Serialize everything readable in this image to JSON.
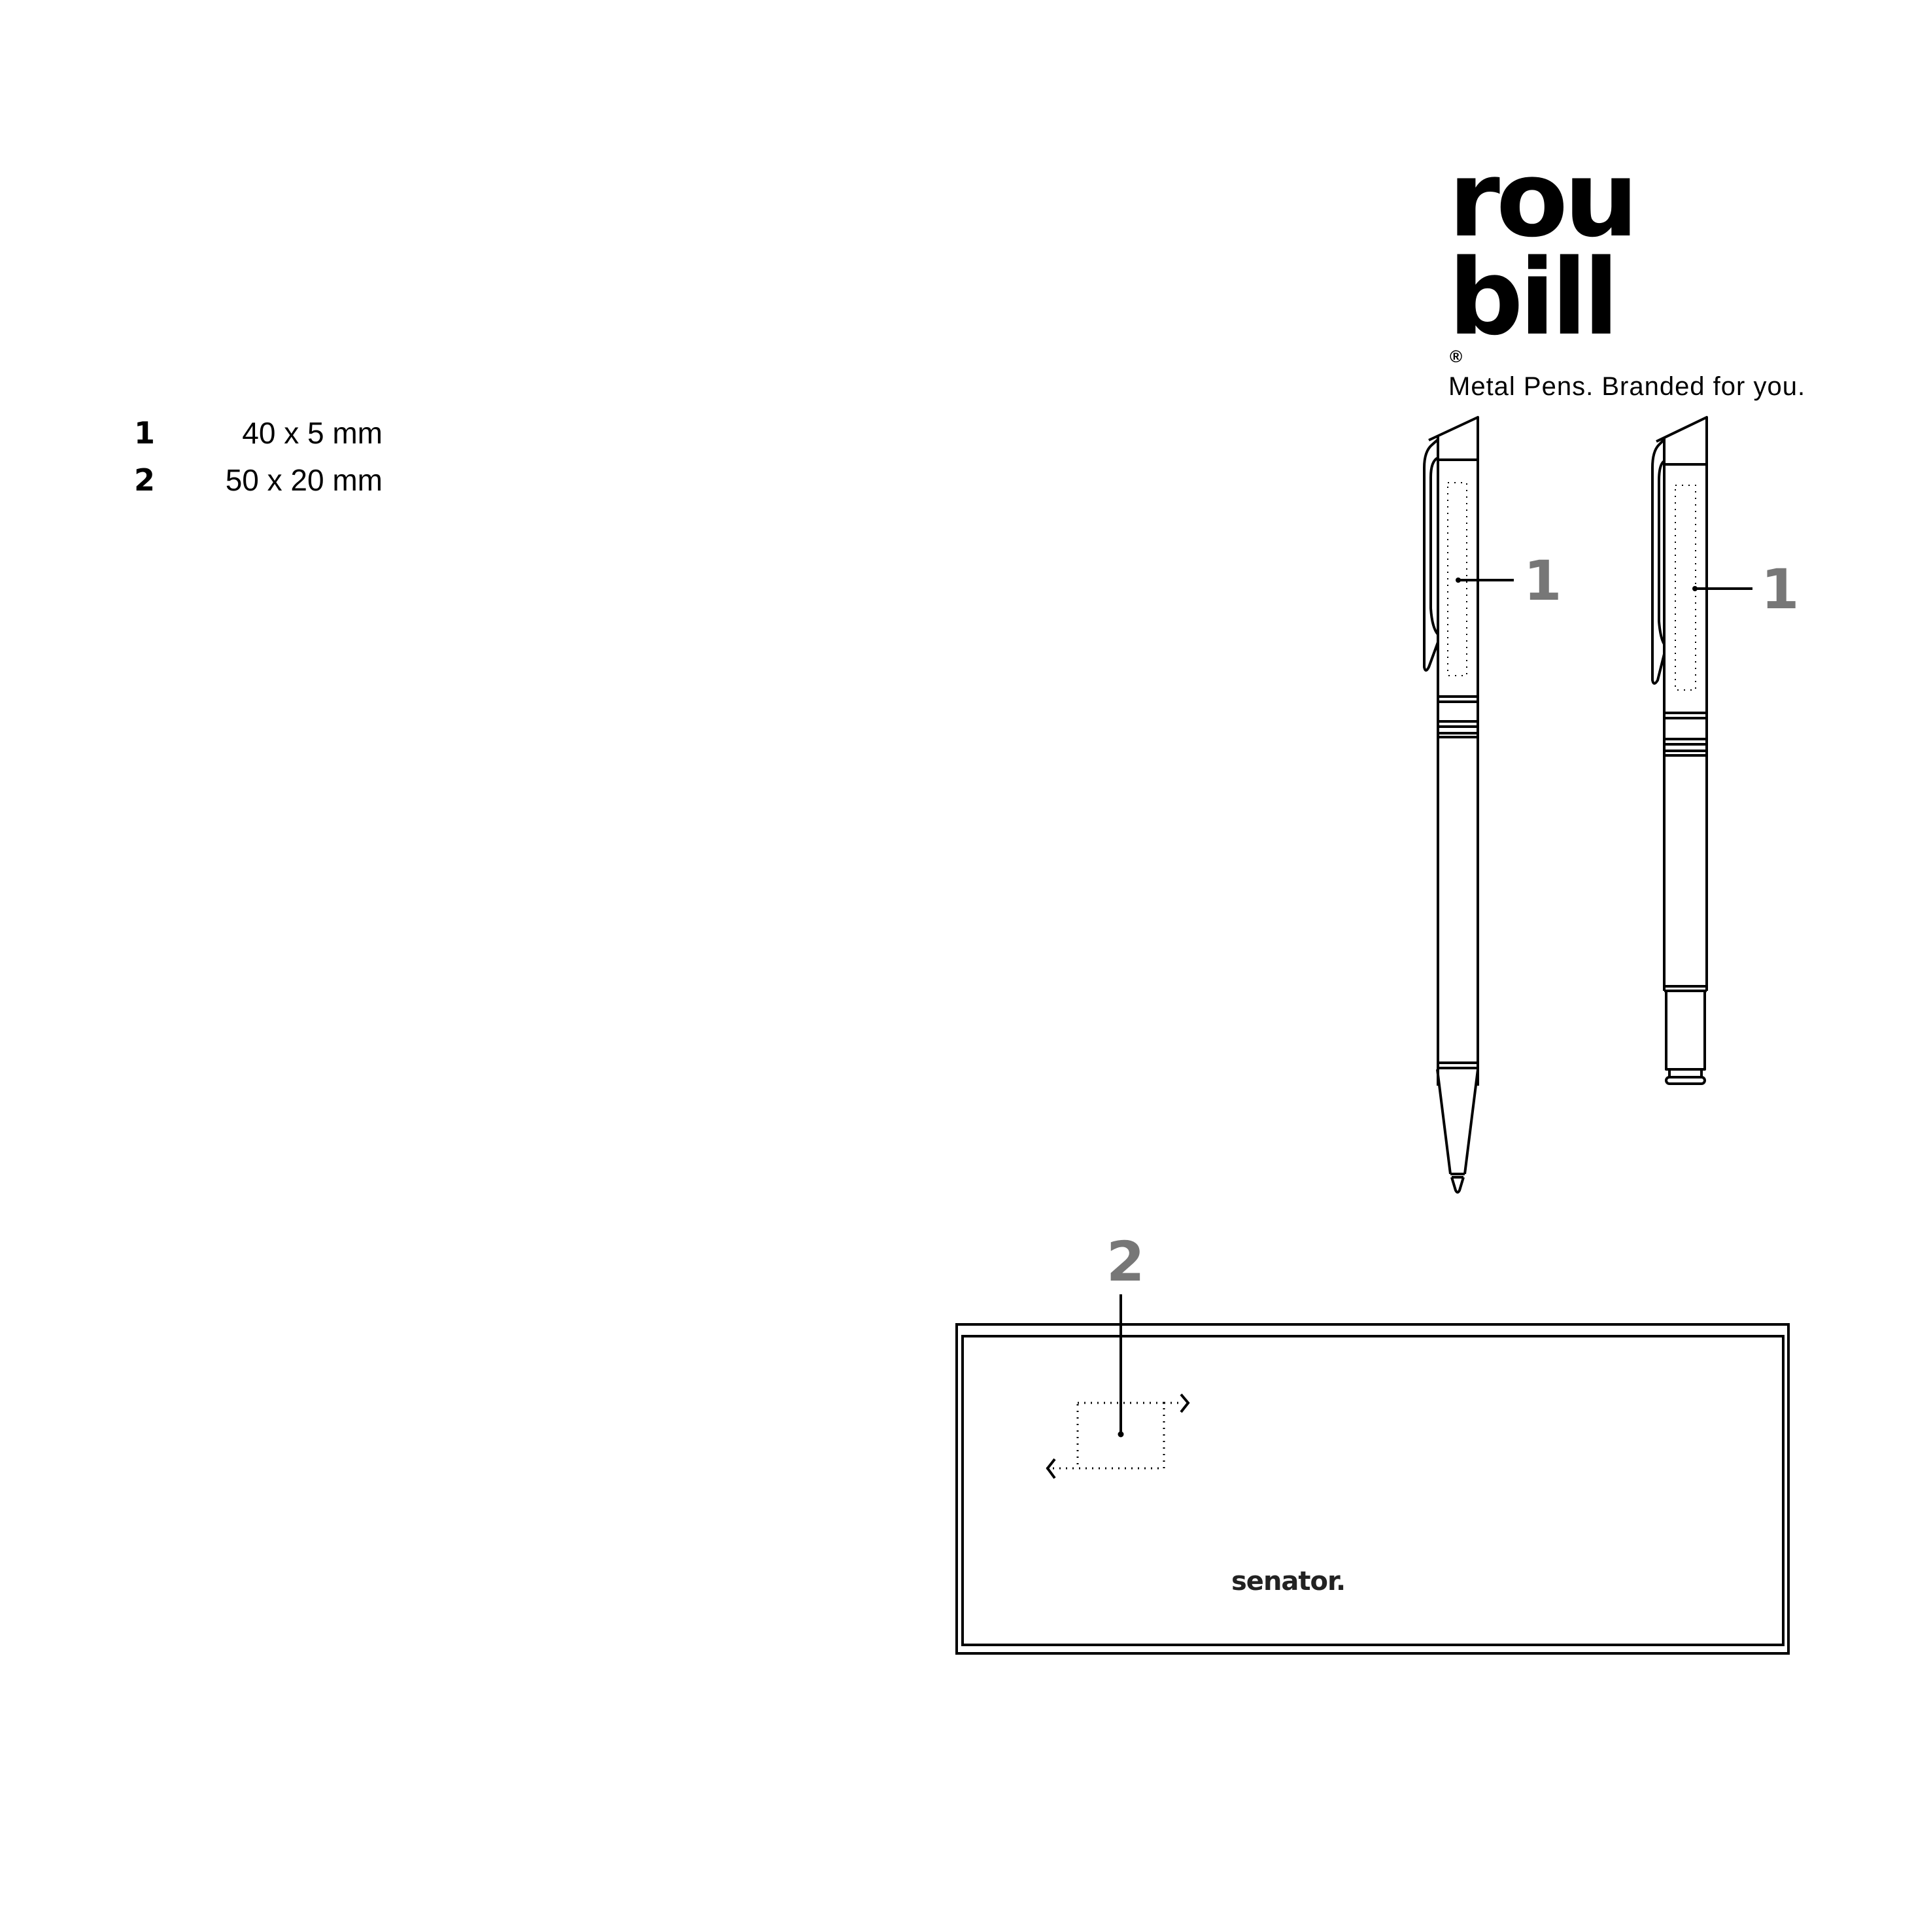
{
  "brand": {
    "name": "rou bill",
    "registered_mark": "®",
    "tagline": "Metal Pens. Branded for you."
  },
  "print_areas": [
    {
      "number": "1",
      "size": "40 x 5 mm"
    },
    {
      "number": "2",
      "size": "50 x 20 mm"
    }
  ],
  "diagram": {
    "pen_left_callout": "1",
    "pen_right_callout": "1",
    "box_callout": "2",
    "box_logo": "senator.",
    "callout_color": "#777777",
    "line_color": "#000000"
  }
}
